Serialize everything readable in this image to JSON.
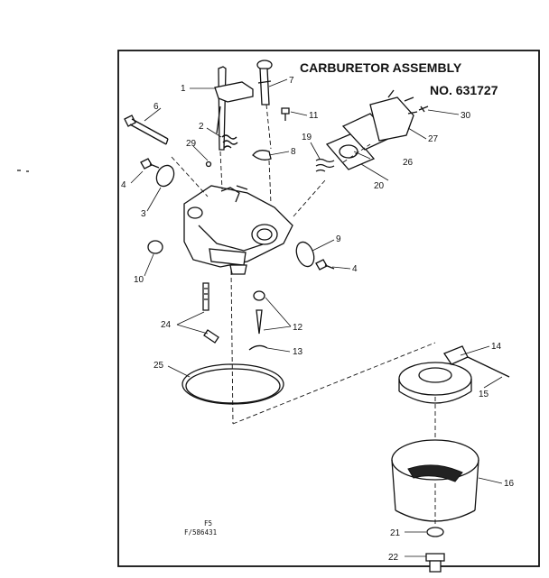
{
  "title": {
    "line1": "CARBURETOR ASSEMBLY",
    "line2": "NO. 631727"
  },
  "parts": {
    "p1": "1",
    "p2": "2",
    "p3": "3",
    "p4a": "4",
    "p4b": "4",
    "p6": "6",
    "p7": "7",
    "p8": "8",
    "p9": "9",
    "p10": "10",
    "p11": "11",
    "p12": "12",
    "p13": "13",
    "p14": "14",
    "p15": "15",
    "p16": "16",
    "p19": "19",
    "p20": "20",
    "p21": "21",
    "p22": "22",
    "p24": "24",
    "p25": "25",
    "p26": "26",
    "p27": "27",
    "p29": "29",
    "p30": "30"
  },
  "footer": {
    "code": "F5",
    "ref": "F/586431"
  }
}
